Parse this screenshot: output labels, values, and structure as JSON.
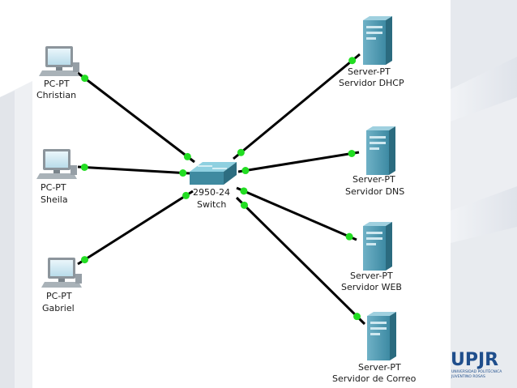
{
  "nodes": {
    "pc1": {
      "type": "PC-PT",
      "name": "Christian"
    },
    "pc2": {
      "type": "PC-PT",
      "name": "Sheila"
    },
    "pc3": {
      "type": "PC-PT",
      "name": "Gabriel"
    },
    "switch": {
      "type": "2950-24",
      "name": "Switch"
    },
    "srv1": {
      "type": "Server-PT",
      "name": "Servidor DHCP"
    },
    "srv2": {
      "type": "Server-PT",
      "name": "Servidor DNS"
    },
    "srv3": {
      "type": "Server-PT",
      "name": "Servidor WEB"
    },
    "srv4": {
      "type": "Server-PT",
      "name": "Servidor de Correo"
    }
  },
  "links": [
    [
      "pc1",
      "switch"
    ],
    [
      "pc2",
      "switch"
    ],
    [
      "pc3",
      "switch"
    ],
    [
      "srv1",
      "switch"
    ],
    [
      "srv2",
      "switch"
    ],
    [
      "srv3",
      "switch"
    ],
    [
      "srv4",
      "switch"
    ]
  ],
  "logo": {
    "text": "UPJR",
    "sub1": "UNIVERSIDAD POLITÉCNICA",
    "sub2": "JUVENTINO ROSAS"
  },
  "colors": {
    "link": "#000000",
    "port": "#22dd22",
    "device": "#3f8aa0",
    "logo": "#1f4e8c"
  }
}
